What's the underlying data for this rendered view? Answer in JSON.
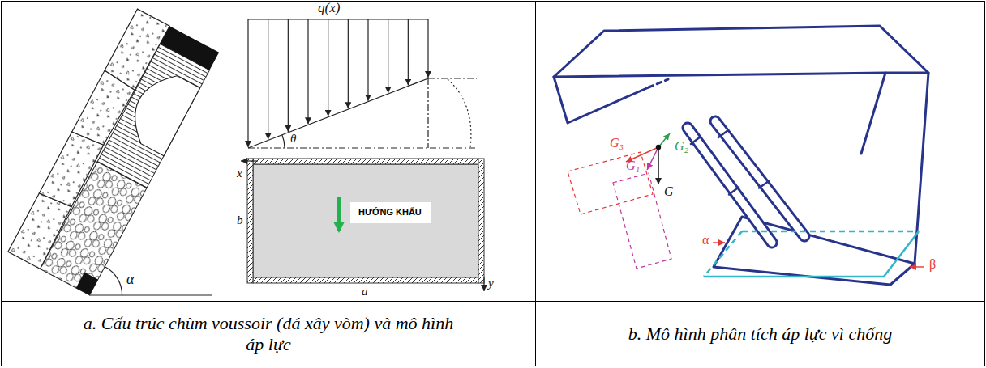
{
  "diagram": {
    "nodes": [
      {
        "text": [
          "HƯỚNG KHẤU"
        ]
      },
      {
        "text": [
          "a. Cấu trúc chùm voussoir (đá xây vòm) và mô hình áp lực"
        ]
      },
      {
        "text": [
          "b. Mô hình phân tích áp lực vì chống"
        ]
      }
    ],
    "labels": [
      "α",
      "q(x)",
      "θ",
      "x",
      "b",
      "a",
      "y",
      "G₃",
      "G₁",
      "G₂",
      "G",
      "α",
      "β"
    ]
  }
}
